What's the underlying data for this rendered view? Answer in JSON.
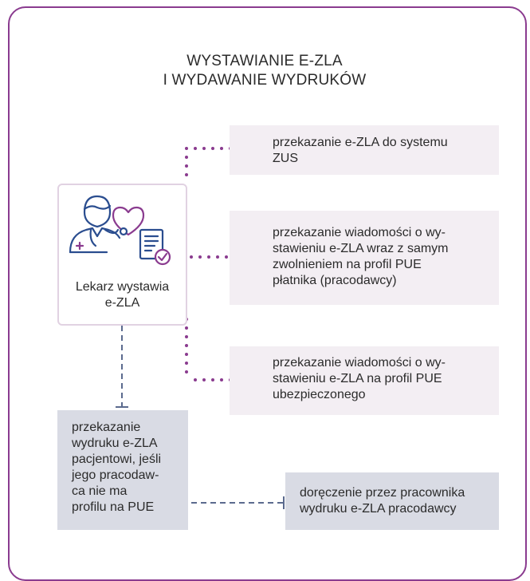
{
  "title": {
    "line1": "WYSTAWIANIE E-ZLA",
    "line2": "I WYDAWANIE WYDRUKÓW"
  },
  "doctor": {
    "label_line1": "Lekarz wystawia",
    "label_line2": "e-ZLA"
  },
  "steps": {
    "zus": [
      "przekazanie e-ZLA do systemu",
      "ZUS"
    ],
    "employer": [
      "przekazanie wiadomości o wy-",
      "stawieniu e-ZLA wraz z samym",
      "zwolnieniem na profil PUE",
      "płatnika (pracodawcy)"
    ],
    "insured": [
      "przekazanie wiadomości o wy-",
      "stawieniu e-ZLA na profil PUE",
      "ubezpieczonego"
    ],
    "printout": [
      "przekazanie",
      "wydruku e-ZLA",
      "pacjentowi, jeśli",
      "jego pracodaw-",
      "ca nie ma",
      "profilu na PUE"
    ],
    "delivery": [
      "doręczenie przez pracownika",
      "wydruku e-ZLA pracodawcy"
    ]
  },
  "colors": {
    "frame": "#8a3b8f",
    "dotted_connector": "#8a3b8f",
    "dashed_connector": "#5b6a8e",
    "pink_box": "#f3eef3",
    "grey_box": "#d9dbe4",
    "icon_blue": "#2a4d8f",
    "icon_purple": "#8a3b8f"
  },
  "icons": [
    "doctor-icon",
    "heart-stethoscope-icon",
    "document-check-icon"
  ]
}
